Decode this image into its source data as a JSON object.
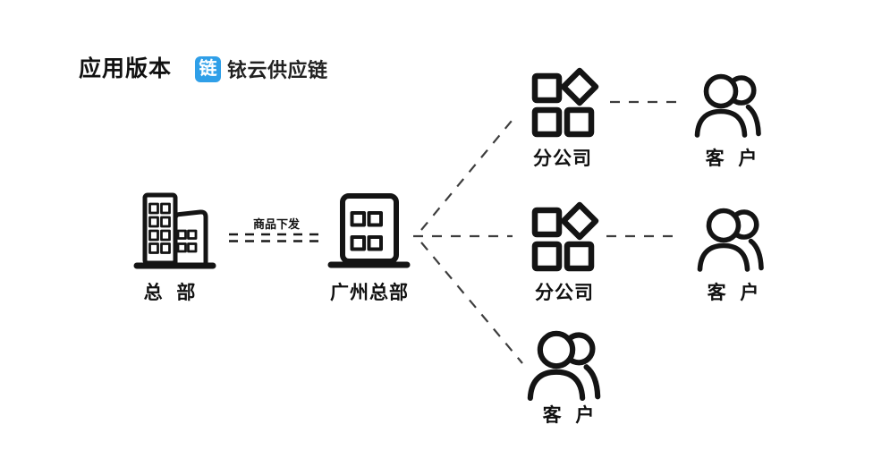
{
  "header": {
    "title": "应用版本",
    "logo_badge": "链",
    "logo_text": "铱云供应链",
    "brand_color": "#2f9fe8"
  },
  "diagram": {
    "flow_label": "商品下发",
    "nodes": {
      "hq": {
        "label": "总 部",
        "icon": "headquarters-buildings-icon"
      },
      "gz_hq": {
        "label": "广州总部",
        "icon": "building-icon"
      },
      "branch_top": {
        "label": "分公司",
        "icon": "branch-grid-icon"
      },
      "branch_mid": {
        "label": "分公司",
        "icon": "branch-grid-icon"
      },
      "customer_top": {
        "label": "客 户",
        "icon": "customers-icon"
      },
      "customer_mid": {
        "label": "客 户",
        "icon": "customers-icon"
      },
      "customer_bottom": {
        "label": "客 户",
        "icon": "customers-icon"
      }
    },
    "colors": {
      "icon": "#141414",
      "connector": "#3d3d3d",
      "double_dash": "#1a1a1a"
    }
  }
}
